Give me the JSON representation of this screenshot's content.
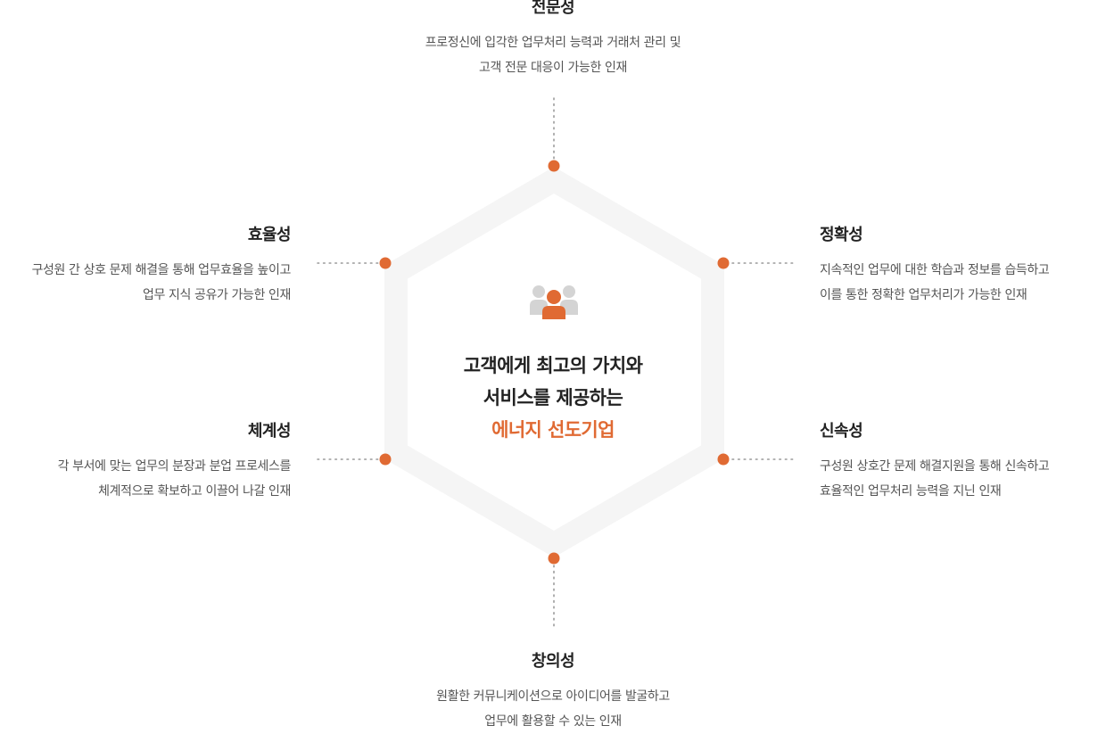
{
  "diagram": {
    "accent_color": "#e06a33",
    "center_icon": "people-group-icon",
    "center": {
      "line1": "고객에게 최고의 가치와",
      "line2": "서비스를 제공하는",
      "line3": "에너지 선도기업"
    },
    "top": {
      "title": "전문성",
      "line1": "프로정신에 입각한 업무처리 능력과 거래처 관리 및",
      "line2": "고객 전문 대응이 가능한 인재"
    },
    "left_upper": {
      "title": "효율성",
      "line1": "구성원 간 상호 문제 해결을 통해 업무효율을 높이고",
      "line2": "업무 지식 공유가 가능한 인재"
    },
    "right_upper": {
      "title": "정확성",
      "line1": "지속적인 업무에 대한 학습과 정보를 습득하고",
      "line2": "이를 통한 정확한 업무처리가 가능한 인재"
    },
    "left_lower": {
      "title": "체계성",
      "line1": "각 부서에 맞는 업무의 분장과 분업 프로세스를",
      "line2": "체계적으로 확보하고 이끌어 나갈 인재"
    },
    "right_lower": {
      "title": "신속성",
      "line1": "구성원 상호간 문제 해결지원을 통해 신속하고",
      "line2": "효율적인 업무처리 능력을 지닌 인재"
    },
    "bottom": {
      "title": "창의성",
      "line1": "원활한 커뮤니케이션으로 아이디어를 발굴하고",
      "line2": "업무에 활용할 수 있는 인재"
    }
  }
}
